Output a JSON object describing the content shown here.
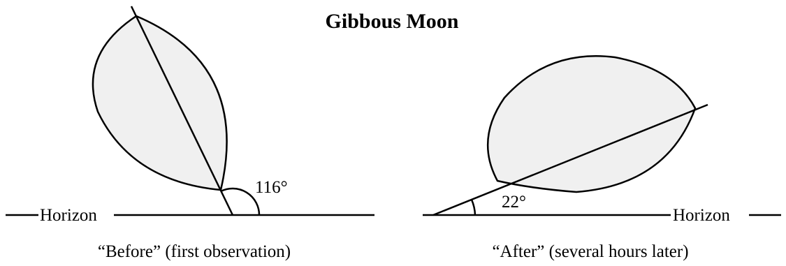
{
  "title": "Gibbous Moon",
  "colors": {
    "moon_fill": "#f0f0f0",
    "ink": "#000000"
  },
  "before": {
    "caption": "“Before” (first observation)",
    "horizon_label": "Horizon",
    "angle_label": "116°",
    "angle_deg": 116
  },
  "after": {
    "caption": "“After” (several hours later)",
    "horizon_label": "Horizon",
    "angle_label": "22°",
    "angle_deg": 22
  }
}
